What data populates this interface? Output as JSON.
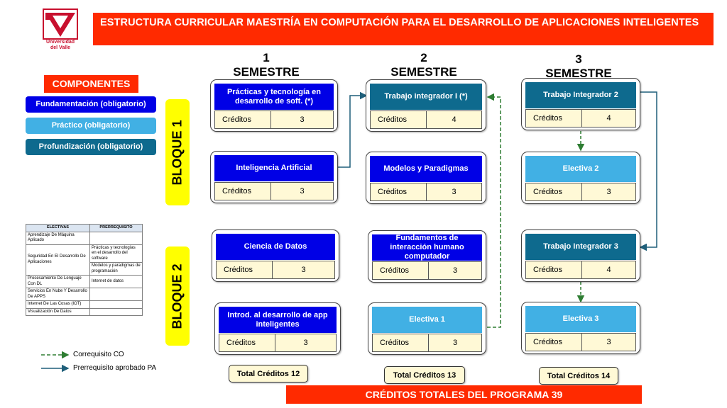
{
  "logo": {
    "line1": "Universidad",
    "line2": "del Valle"
  },
  "title": "ESTRUCTURA CURRICULAR MAESTRÍA EN COMPUTACIÓN PARA EL DESARROLLO DE APLICACIONES INTELIGENTES",
  "semesters": [
    {
      "number": "1",
      "label": "SEMESTRE"
    },
    {
      "number": "2",
      "label": "SEMESTRE"
    },
    {
      "number": "3",
      "label": "SEMESTRE"
    }
  ],
  "components": {
    "title": "COMPONENTES",
    "items": [
      {
        "label": "Fundamentación (obligatorio)",
        "color": "#0000e6"
      },
      {
        "label": "Práctico (obligatorio)",
        "color": "#41b0e4"
      },
      {
        "label": "Profundización (obligatorio)",
        "color": "#0e6a8e"
      }
    ]
  },
  "blocks": {
    "b1": "BLOQUE 1",
    "b2": "BLOQUE 2"
  },
  "credits_label": "Créditos",
  "courses": {
    "c1": {
      "name": "Prácticas y tecnología en desarrollo de soft. (*)",
      "credits": "3"
    },
    "c2": {
      "name": "Inteligencia Artificial",
      "credits": "3"
    },
    "c3": {
      "name": "Ciencia de Datos",
      "credits": "3"
    },
    "c4": {
      "name": "Introd. al desarrollo de app inteligentes",
      "credits": "3"
    },
    "c5": {
      "name": "Trabajo integrador I (*)",
      "credits": "4"
    },
    "c6": {
      "name": "Modelos y Paradigmas",
      "credits": "3"
    },
    "c7": {
      "name": "Fundamentos de interacción humano computador",
      "credits": "3"
    },
    "c8": {
      "name": "Electiva 1",
      "credits": "3"
    },
    "c9": {
      "name": "Trabajo Integrador 2",
      "credits": "4"
    },
    "c10": {
      "name": "Electiva 2",
      "credits": "3"
    },
    "c11": {
      "name": "Trabajo Integrador 3",
      "credits": "4"
    },
    "c12": {
      "name": "Electiva 3",
      "credits": "3"
    }
  },
  "totals": {
    "s1": "Total Créditos 12",
    "s2": "Total Créditos 13",
    "s3": "Total Créditos 14",
    "program": "CRÉDITOS TOTALES DEL PROGRAMA 39"
  },
  "electives_table": {
    "headers": [
      "ELECTIVAS",
      "PRERREQUISITO"
    ],
    "rows": [
      {
        "name": "Aprendizaje De Máquina Aplicado",
        "prereq": ""
      },
      {
        "name": "Seguridad En El Desarrollo De Aplicaciones",
        "prereq": "Prácticas y tecnologías en el desarrollo del software",
        "prereq2": "Modelos y paradigmas de programación"
      },
      {
        "name": "Procesamiento De Lenguaje Con DL",
        "prereq": "Internet de datos"
      },
      {
        "name": "Servicios En Nube Y Desarrollo De APPS",
        "prereq": ""
      },
      {
        "name": "Internet De Las Cosas (IOT)",
        "prereq": ""
      },
      {
        "name": "Visualización De Datos",
        "prereq": ""
      }
    ]
  },
  "legend": {
    "corequisite": "Correquisito CO",
    "prerequisite": "Prerrequisito aprobado PA"
  }
}
